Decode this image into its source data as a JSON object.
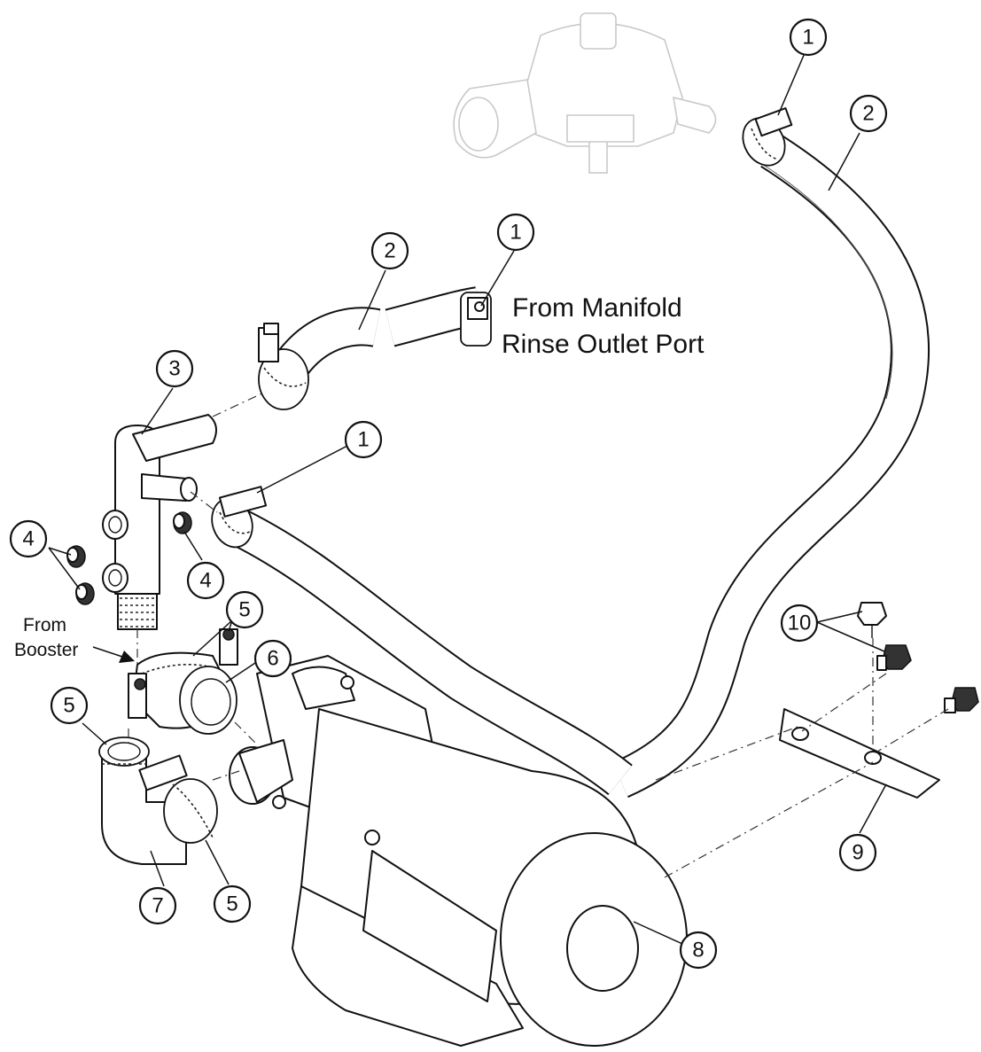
{
  "callouts": {
    "c1a": "1",
    "c1b": "1",
    "c1c": "1",
    "c2a": "2",
    "c2b": "2",
    "c3": "3",
    "c4a": "4",
    "c4b": "4",
    "c5a": "5",
    "c5b": "5",
    "c5c": "5",
    "c6": "6",
    "c7": "7",
    "c8": "8",
    "c9": "9",
    "c10": "10"
  },
  "notes": {
    "manifold_line1": "From Manifold",
    "manifold_line2": "Rinse Outlet Port",
    "booster_line1": "From",
    "booster_line2": "Booster"
  }
}
